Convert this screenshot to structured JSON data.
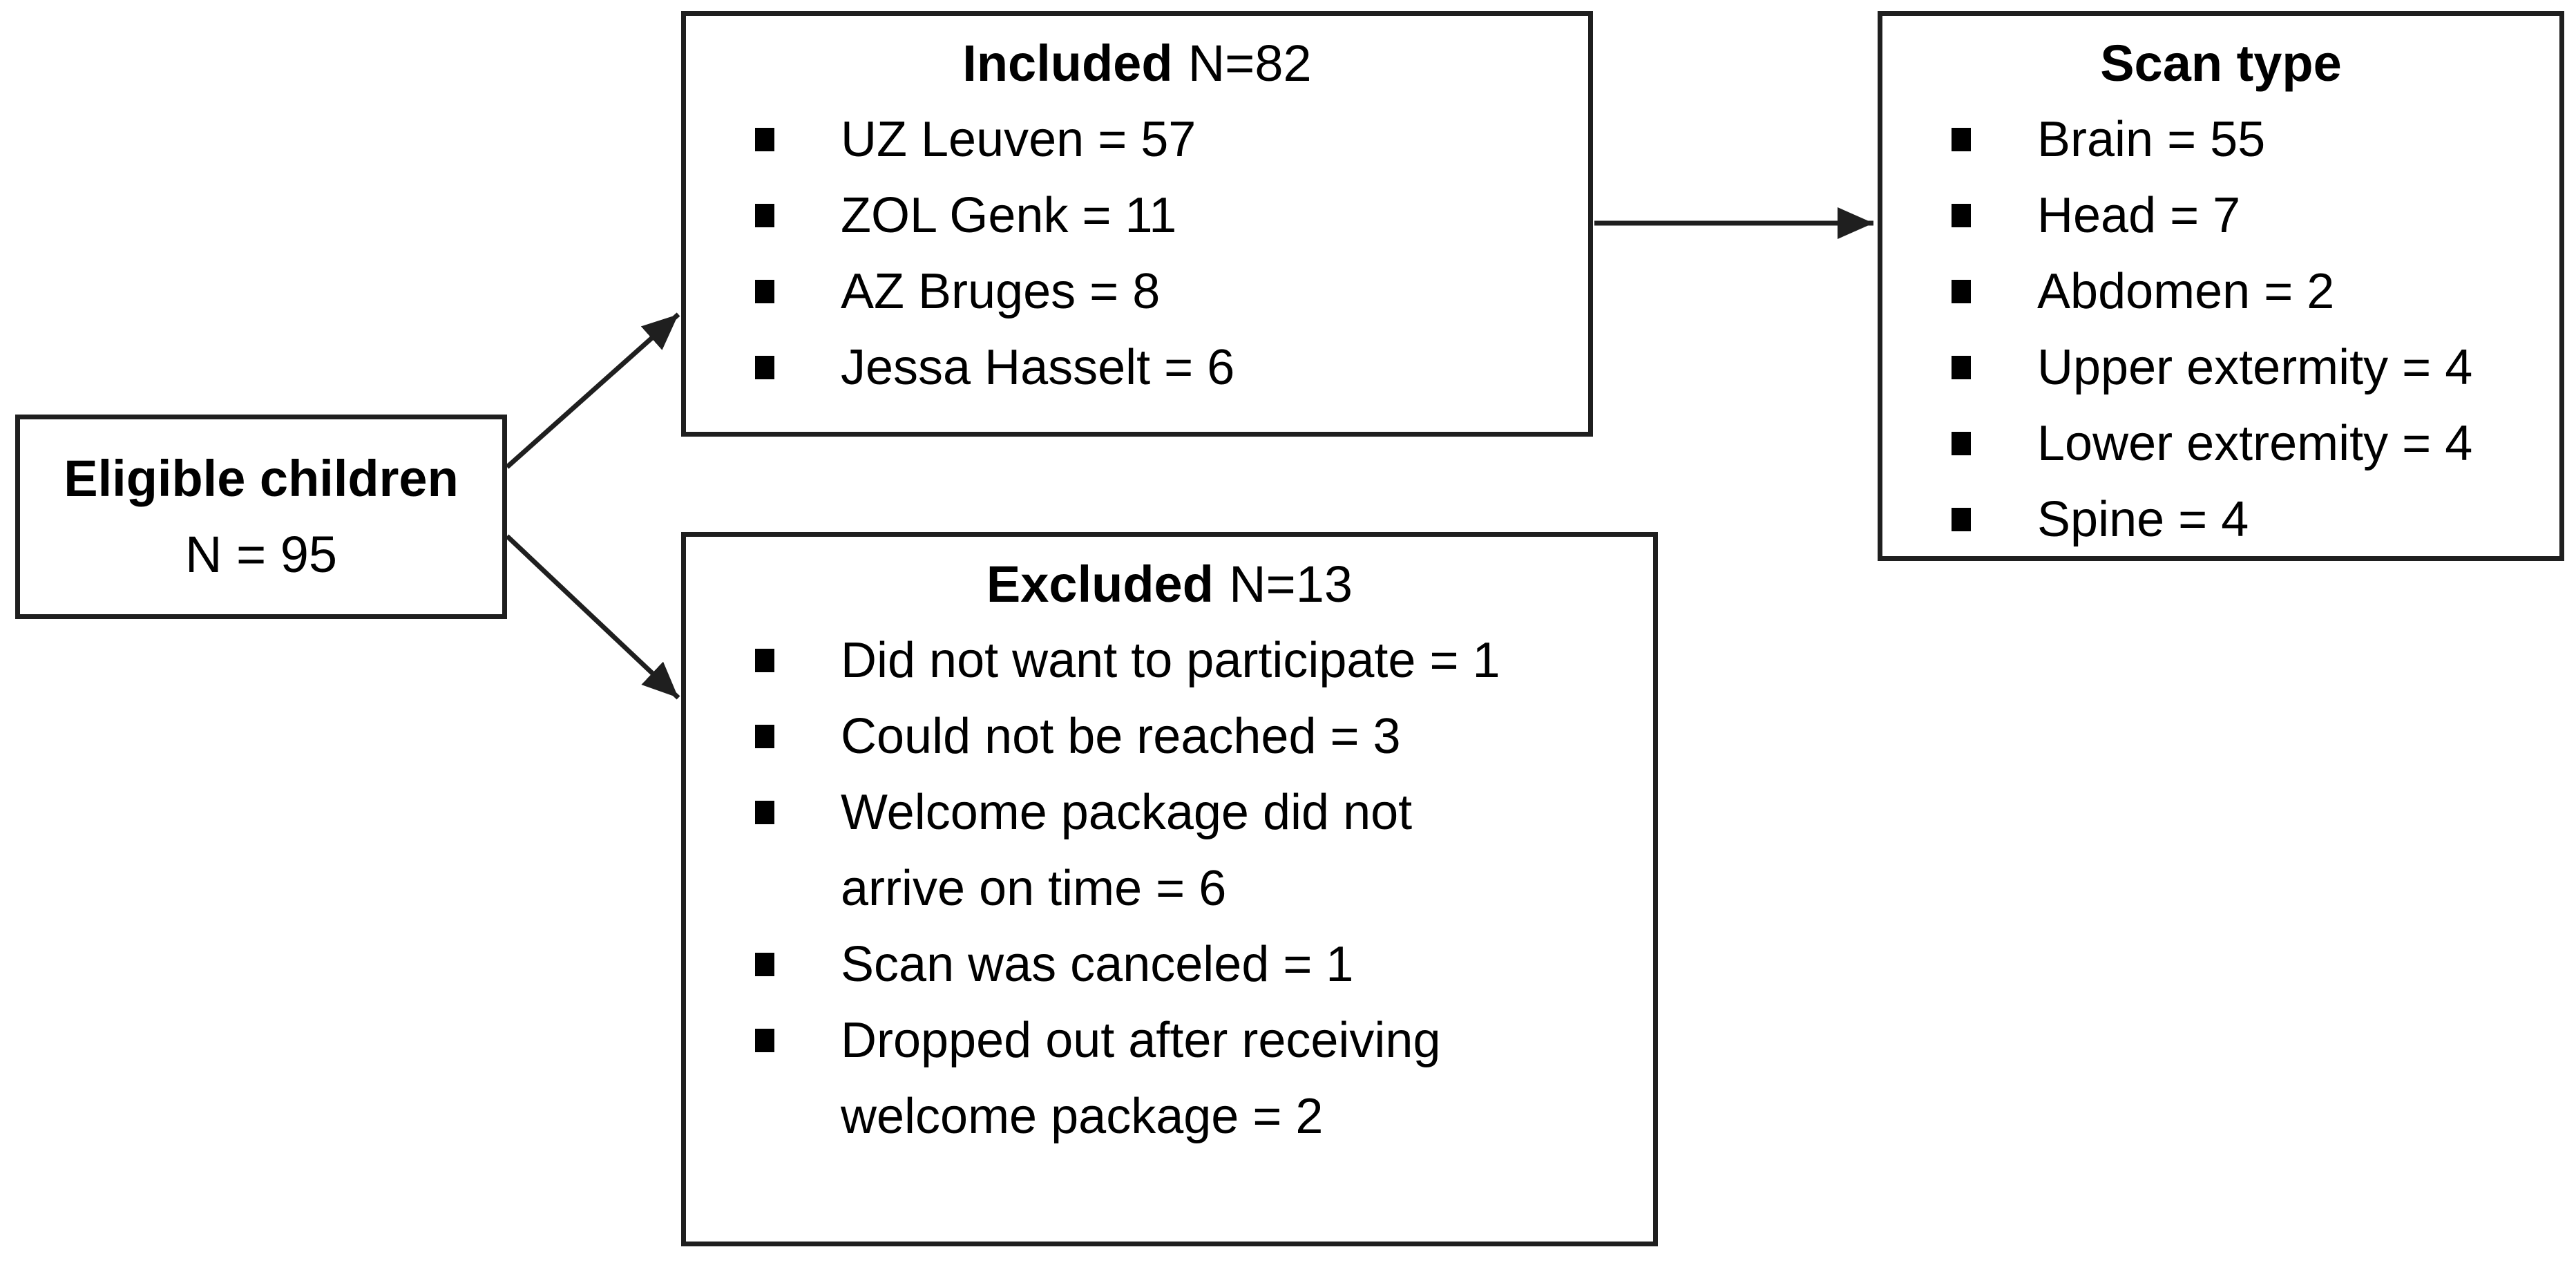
{
  "colors": {
    "background": "#ffffff",
    "box_fill": "#ffffff",
    "border": "#1f1f1f",
    "text": "#000000",
    "arrow": "#1f1f1f"
  },
  "icons": {
    "bullet": "black-small-square"
  },
  "boxes": {
    "eligible": {
      "line1": "Eligible children",
      "line2": "N = 95"
    },
    "included": {
      "title_bold": "Included",
      "title_rest": "N=82",
      "items": [
        "UZ Leuven = 57",
        "ZOL Genk = 11",
        "AZ Bruges = 8",
        "Jessa Hasselt = 6"
      ]
    },
    "excluded": {
      "title_bold": "Excluded",
      "title_rest": "N=13",
      "items": [
        "Did not want to participate = 1",
        "Could not be reached = 3",
        "Welcome package did not\narrive on time = 6",
        "Scan was canceled = 1",
        "Dropped out after receiving\nwelcome package = 2"
      ]
    },
    "scan_type": {
      "title_bold": "Scan type",
      "title_rest": "",
      "items": [
        "Brain = 55",
        "Head = 7",
        "Abdomen = 2",
        "Upper extermity = 4",
        "Lower extremity = 4",
        "Spine = 4"
      ]
    }
  }
}
